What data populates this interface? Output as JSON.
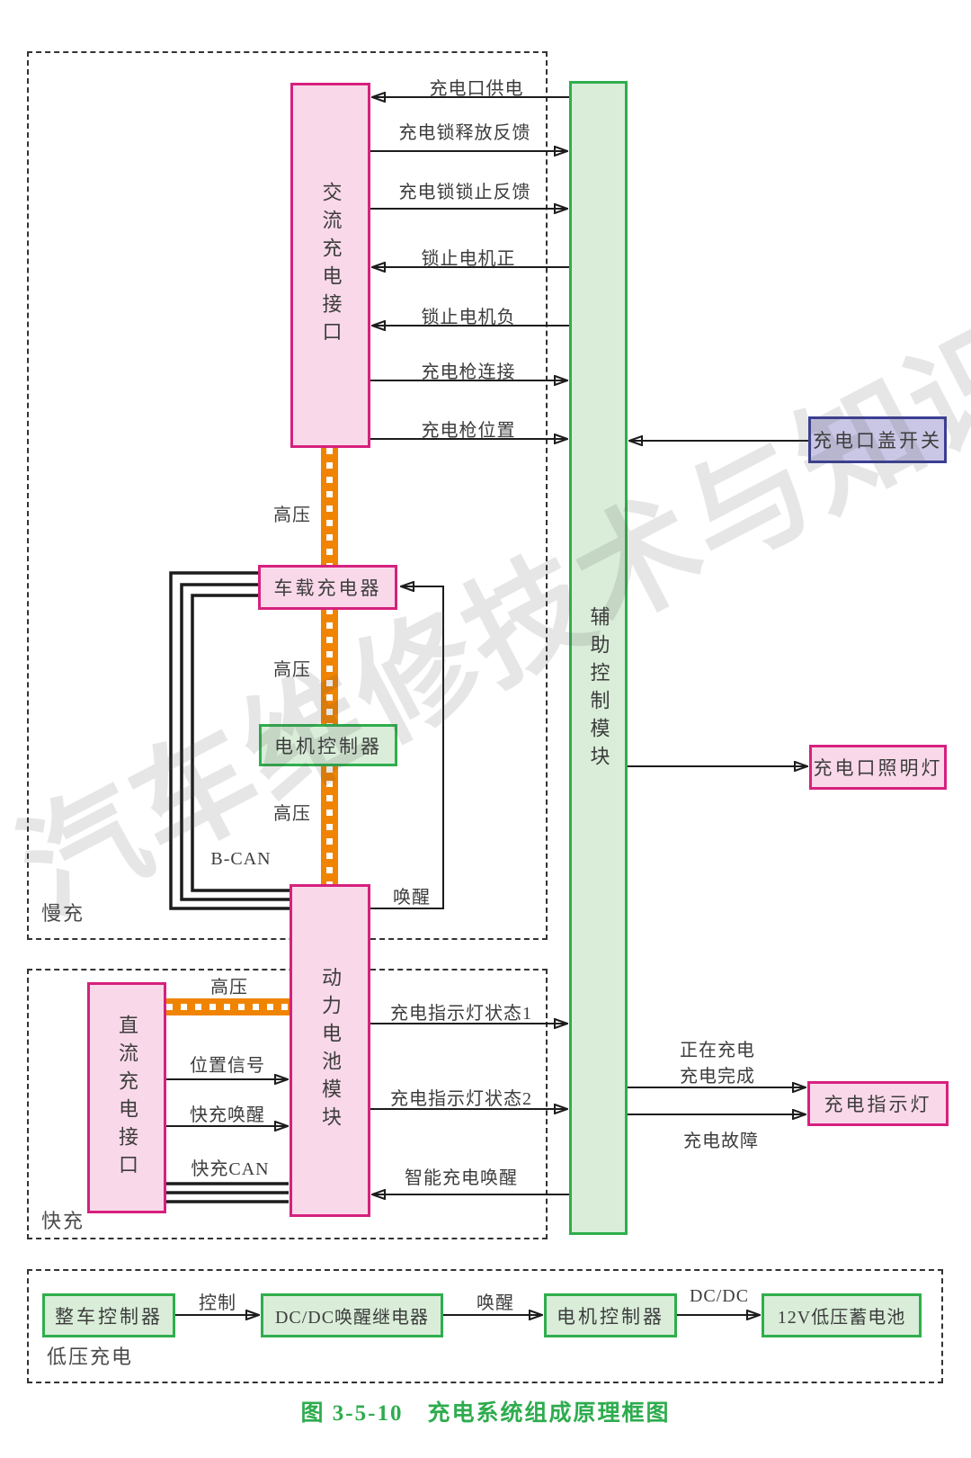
{
  "watermark": "汽车维修技术与知识",
  "caption": "图 3-5-10　充电系统组成原理框图",
  "colors": {
    "pink_fill": "#f9d9e9",
    "pink_border": "#d6217e",
    "green_fill": "#d9edd9",
    "green_border": "#2fae4d",
    "lavender_fill": "#cac6e5",
    "lavender_border": "#3b3e94",
    "hv_orange": "#f08300",
    "caption_green": "#2eac4e"
  },
  "sections": {
    "slow_charge": "慢充",
    "fast_charge": "快充",
    "low_voltage_charge": "低压充电"
  },
  "blocks": {
    "ac_charge_port": "交流充电接口",
    "onboard_charger": "车载充电器",
    "motor_controller": "电机控制器",
    "power_battery_module": "动力电池模块",
    "dc_charge_port": "直流充电接口",
    "aux_control_module": "辅助控制模块",
    "charge_port_cover_switch": "充电口盖开关",
    "charge_port_lamp": "充电口照明灯",
    "charge_indicator_lamp": "充电指示灯",
    "vehicle_controller": "整车控制器",
    "dcdc_wake_relay": "DC/DC唤醒继电器",
    "motor_controller_lv": "电机控制器",
    "battery_12v": "12V低压蓄电池"
  },
  "signals": {
    "charge_port_power": "充电口供电",
    "charge_lock_release_feedback": "充电锁释放反馈",
    "charge_lock_lock_feedback": "充电锁锁止反馈",
    "lock_motor_positive": "锁止电机正",
    "lock_motor_negative": "锁止电机负",
    "charge_gun_connect": "充电枪连接",
    "charge_gun_position": "充电枪位置",
    "high_voltage_1": "高压",
    "high_voltage_2": "高压",
    "high_voltage_3": "高压",
    "high_voltage_4": "高压",
    "b_can": "B-CAN",
    "wake": "唤醒",
    "position_signal": "位置信号",
    "fast_charge_wake": "快充唤醒",
    "fast_charge_can": "快充CAN",
    "indicator_state_1": "充电指示灯状态1",
    "indicator_state_2": "充电指示灯状态2",
    "smart_charge_wake": "智能充电唤醒",
    "charging_now": "正在充电",
    "charging_done": "充电完成",
    "charging_fault": "充电故障",
    "control": "控制",
    "wake_lv": "唤醒",
    "dc_dc": "DC/DC"
  }
}
